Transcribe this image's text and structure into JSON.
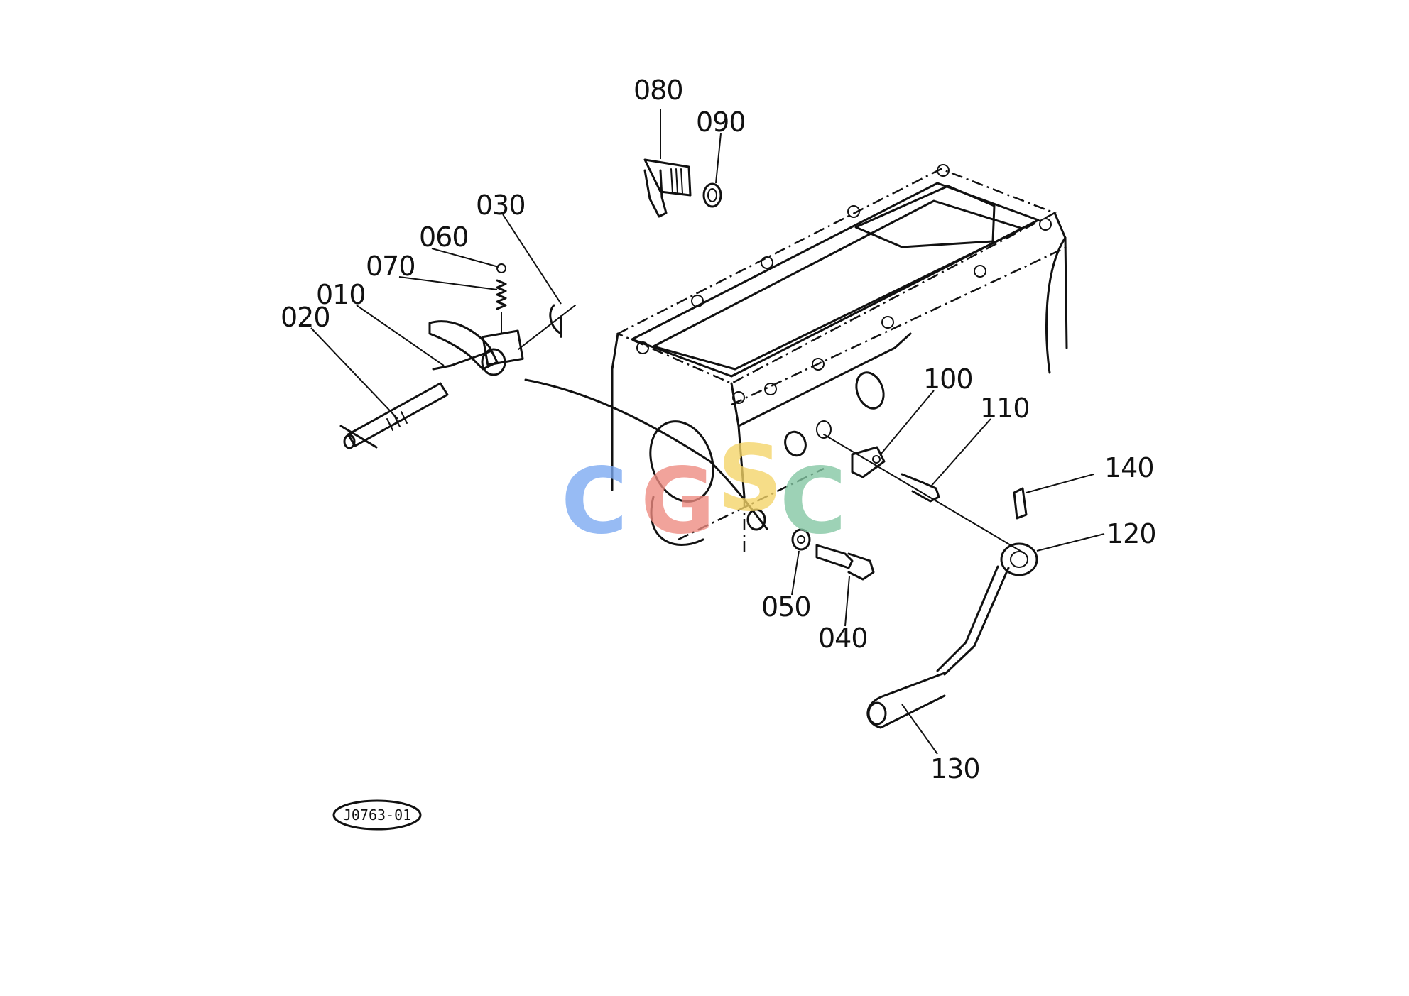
{
  "diagram": {
    "drawing_code": "J0763-01",
    "parts": [
      {
        "id": "080"
      },
      {
        "id": "090"
      },
      {
        "id": "030"
      },
      {
        "id": "060"
      },
      {
        "id": "070"
      },
      {
        "id": "010"
      },
      {
        "id": "020"
      },
      {
        "id": "100"
      },
      {
        "id": "110"
      },
      {
        "id": "140"
      },
      {
        "id": "120"
      },
      {
        "id": "050"
      },
      {
        "id": "040"
      },
      {
        "id": "130"
      }
    ]
  },
  "watermark": {
    "letters": [
      "C",
      "G",
      "S",
      "C"
    ],
    "colors": [
      "#7ba9f2",
      "#ee8a80",
      "#f4d467",
      "#82c6a2"
    ]
  }
}
